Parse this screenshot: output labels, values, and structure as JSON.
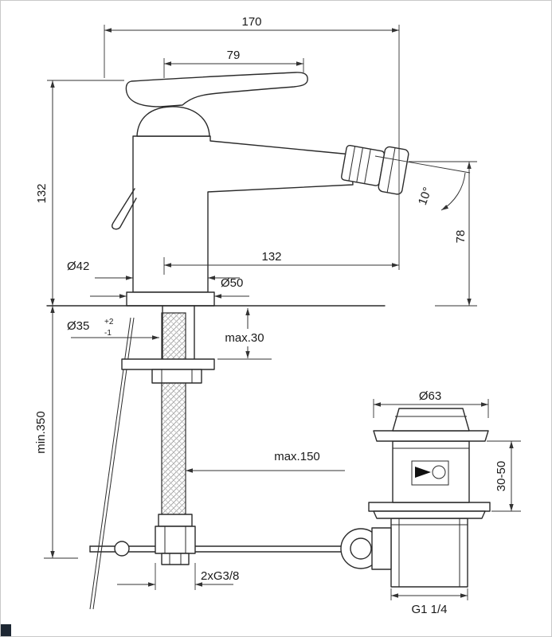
{
  "drawing": {
    "labels": {
      "total_width": "170",
      "handle_length": "79",
      "body_height": "132",
      "spout_reach": "132",
      "spout_height": "78",
      "spout_angle": "10°",
      "body_diameter": "Ø42",
      "base_diameter": "Ø50",
      "hole_diameter": "Ø35",
      "hole_tol_plus": "+2",
      "hole_tol_minus": "-1",
      "deck_max_thickness": "max.30",
      "hose_min_length": "min.350",
      "rod_max_length": "max.150",
      "waste_cap_diameter": "Ø63",
      "waste_clamp_range": "30-50",
      "hose_connection": "2xG3/8",
      "waste_connection": "G1 1/4"
    },
    "colors": {
      "line": "#2b2b2b",
      "dimension": "#333333",
      "text": "#1a1a1a",
      "background": "#ffffff",
      "border": "#c9c9c9"
    }
  }
}
